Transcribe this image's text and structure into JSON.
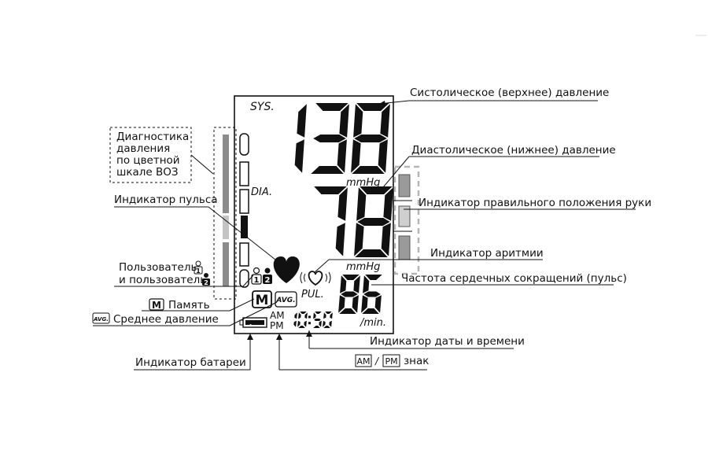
{
  "display": {
    "sys_label": "SYS.",
    "dia_label": "DIA.",
    "pul_label": "PUL.",
    "sys_value": "138",
    "dia_value": "78",
    "pulse_value": "86",
    "unit_mmhg_1": "mmHg",
    "unit_mmhg_2": "mmHg",
    "unit_min": "/min.",
    "time": "10:50",
    "am": "AM",
    "pm": "PM",
    "memory_icon": "M",
    "avg_icon": "AVG.",
    "user_1": "1",
    "user_2": "2"
  },
  "callouts": {
    "who_box": [
      "Диагностика",
      "давления",
      "по цветной",
      "шкале ВОЗ"
    ],
    "systolic": "Систолическое (верхнее) давление",
    "diastolic": "Диастолическое (нижнее) давление",
    "arm_position": "Индикатор правильного положения руки",
    "pulse_indicator": "Индикатор пульса",
    "arrhythmia": "Индикатор аритмии",
    "heart_rate": "Частота сердечных сокращений (пульс)",
    "user_line1": "Пользователь",
    "user_line2": "и пользователь",
    "memory": "Память",
    "memory_badge": "M",
    "average": "Среднее давление",
    "average_badge": "AVG.",
    "datetime": "Индикатор даты и времени",
    "battery": "Индикатор батареи",
    "ampm_am": "AM",
    "ampm_slash": "/",
    "ampm_pm": "PM",
    "ampm_sign": "знак"
  },
  "colors": {
    "ink": "#111111",
    "who_bar": "#8c8c8c",
    "who_bar_light": "#c4c4c4",
    "arm_gray": "#9a9a9a",
    "arm_dash": "#b5b5b5"
  },
  "icons": [
    "heart-icon",
    "arrhythmia-heart-icon",
    "battery-icon",
    "user-1-icon",
    "user-2-icon",
    "memory-icon",
    "avg-icon"
  ]
}
